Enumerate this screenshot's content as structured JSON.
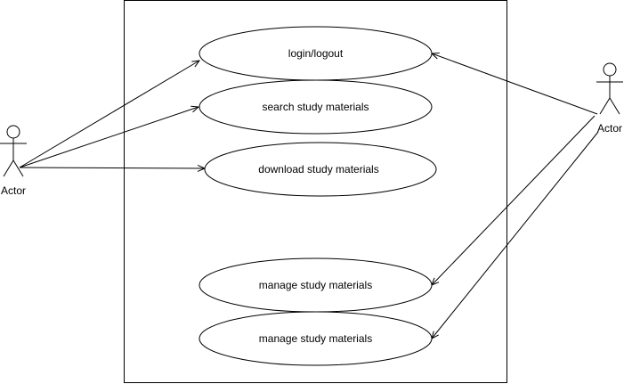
{
  "actors": {
    "left_label": "Actor",
    "right_label": "Actor"
  },
  "use_cases": {
    "login": "login/logout",
    "search": "search study materials",
    "download": "download study materials",
    "manage_1": "manage study materials",
    "manage_2": "manage study materials"
  },
  "colors": {
    "stroke": "#000000",
    "fill": "#ffffff",
    "text": "#000000"
  }
}
